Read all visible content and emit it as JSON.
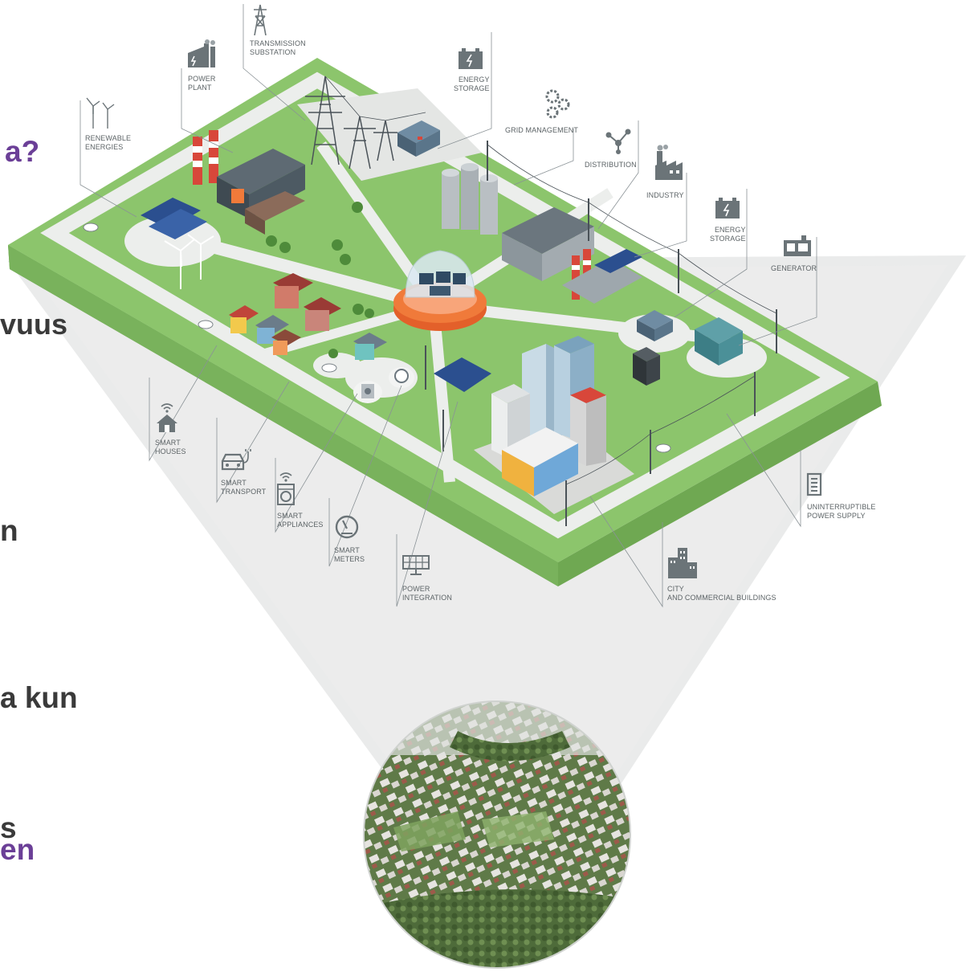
{
  "background_text": [
    {
      "text": "a?",
      "color": "#6b3f97"
    },
    {
      "text": "vuus",
      "color": "#3a3a3a"
    },
    {
      "text": "n",
      "color": "#3a3a3a"
    },
    {
      "text": "a kun",
      "color": "#3a3a3a"
    },
    {
      "text": "s",
      "color": "#3a3a3a"
    },
    {
      "text": "en",
      "color": "#6b3f97"
    }
  ],
  "labels": {
    "transmission_substation": [
      "TRANSMISSION",
      "SUBSTATION"
    ],
    "power_plant": [
      "POWER",
      "PLANT"
    ],
    "renewable_energies": [
      "RENEWABLE",
      "ENERGIES"
    ],
    "energy_storage_top": [
      "ENERGY",
      "STORAGE"
    ],
    "grid_management": [
      "GRID MANAGEMENT"
    ],
    "distribution": [
      "DISTRIBUTION"
    ],
    "industry": [
      "INDUSTRY"
    ],
    "energy_storage_right": [
      "ENERGY",
      "STORAGE"
    ],
    "generator": [
      "GENERATOR"
    ],
    "smart_houses": [
      "SMART",
      "HOUSES"
    ],
    "smart_transport": [
      "SMART",
      "TRANSPORT"
    ],
    "smart_appliances": [
      "SMART",
      "APPLIANCES"
    ],
    "smart_meters": [
      "SMART",
      "METERS"
    ],
    "power_integration": [
      "POWER",
      "INTEGRATION"
    ],
    "city_commercial": [
      "CITY",
      "AND COMMERCIAL BUILDINGS"
    ],
    "ups": [
      "UNINTERRUPTIBLE",
      "POWER SUPPLY"
    ]
  },
  "colors": {
    "grass": "#8cc56c",
    "grass_dark": "#6fa852",
    "road": "#eceeec",
    "cone": "#e9eaea",
    "label": "#5c6366",
    "accent_orange": "#f07a3a",
    "solar_blue": "#2b4f8f"
  },
  "icons": [
    "pylon-icon",
    "factory-icon",
    "wind-turbine-icon",
    "battery-icon",
    "gears-icon",
    "distribution-nodes-icon",
    "industry-icon",
    "generator-icon",
    "house-wifi-icon",
    "car-plug-icon",
    "washing-machine-wifi-icon",
    "meter-gauge-icon",
    "solar-panel-icon",
    "buildings-icon",
    "ups-icon"
  ]
}
